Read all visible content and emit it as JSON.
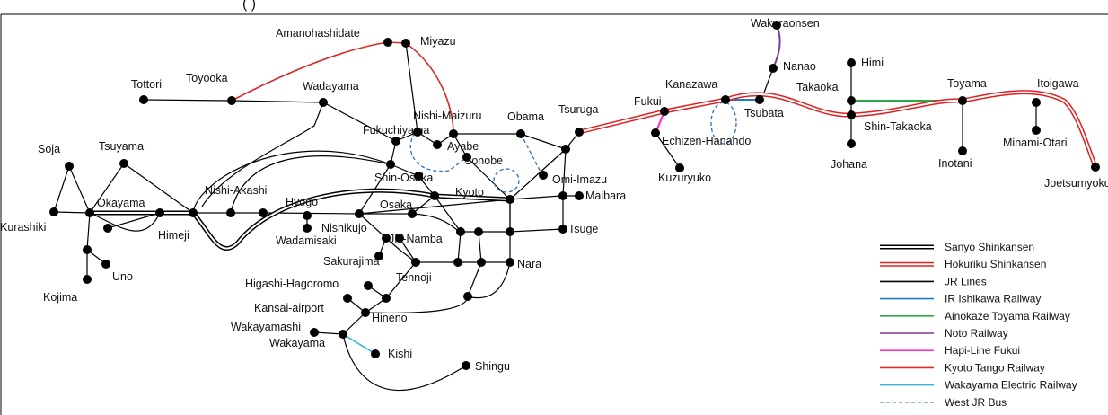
{
  "header_fragment": "(                                   )",
  "colors": {
    "sanyo": "#000000",
    "hokuriku": "#e02020",
    "jr": "#000000",
    "ishikawa": "#1f7fc4",
    "ainokaze": "#2aa84a",
    "noto": "#7d3c98",
    "hapi": "#ff33cc",
    "tango": "#d92b2b",
    "wakayama_electric": "#35b4d6",
    "bus": "#2e6db4",
    "node": "#000000"
  },
  "stations": {
    "soja": "Soja",
    "tsuyama": "Tsuyama",
    "kurashiki": "Kurashiki",
    "okayama": "Okayama",
    "himeji": "Himeji",
    "kojima": "Kojima",
    "uno": "Uno",
    "tottori": "Tottori",
    "toyooka": "Toyooka",
    "wadayama": "Wadayama",
    "amanohashidate": "Amanohashidate",
    "miyazu": "Miyazu",
    "fukuchiyama": "Fukuchiyama",
    "nishi_maizuru": "Nishi-Maizuru",
    "ayabe": "Ayabe",
    "obama": "Obama",
    "tsuruga": "Tsuruga",
    "sonobe": "Sonobe",
    "shin_osaka": "Shin-Osaka",
    "nishi_akashi": "Nishi-Akashi",
    "hyogo": "Hyogo",
    "osaka": "Osaka",
    "kyoto": "Kyoto",
    "omi_imazu": "Omi-Imazu",
    "maibara": "Maibara",
    "nishikujo": "Nishikujo",
    "jr_namba": "JR-Namba",
    "wadamisaki": "Wadamisaki",
    "sakurajima": "Sakurajima",
    "tsuge": "Tsuge",
    "nara": "Nara",
    "tennoji": "Tennoji",
    "higashi_hagoromo": "Higashi-Hagoromo",
    "kansai_airport": "Kansai-airport",
    "hineno": "Hineno",
    "wakayamashi": "Wakayamashi",
    "wakayama": "Wakayama",
    "kishi": "Kishi",
    "shingu": "Shingu",
    "fukui": "Fukui",
    "echizen_hanando": "Echizen-Hanando",
    "kuzuryuko": "Kuzuryuko",
    "kanazawa": "Kanazawa",
    "tsubata": "Tsubata",
    "wakuraonsen": "Wakuraonsen",
    "nanao": "Nanao",
    "himi": "Himi",
    "takaoka": "Takaoka",
    "shin_takaoka": "Shin-Takaoka",
    "johana": "Johana",
    "toyama": "Toyama",
    "inotani": "Inotani",
    "itoigawa": "Itoigawa",
    "minami_otari": "Minami-Otari",
    "joetsumyoko": "Joetsumyoko"
  },
  "legend": [
    {
      "key": "sanyo",
      "label": "Sanyo Shinkansen",
      "style": "double-black"
    },
    {
      "key": "hokuriku",
      "label": "Hokuriku Shinkansen",
      "style": "double-red"
    },
    {
      "key": "jr",
      "label": "JR Lines",
      "style": "solid"
    },
    {
      "key": "ishikawa",
      "label": "IR Ishikawa Railway",
      "style": "solid"
    },
    {
      "key": "ainokaze",
      "label": "Ainokaze Toyama Railway",
      "style": "solid"
    },
    {
      "key": "noto",
      "label": "Noto Railway",
      "style": "solid"
    },
    {
      "key": "hapi",
      "label": "Hapi-Line Fukui",
      "style": "solid"
    },
    {
      "key": "tango",
      "label": "Kyoto Tango Railway",
      "style": "solid"
    },
    {
      "key": "wakayama_electric",
      "label": "Wakayama Electric Railway",
      "style": "solid"
    },
    {
      "key": "bus",
      "label": "West JR Bus",
      "style": "dashed"
    }
  ]
}
